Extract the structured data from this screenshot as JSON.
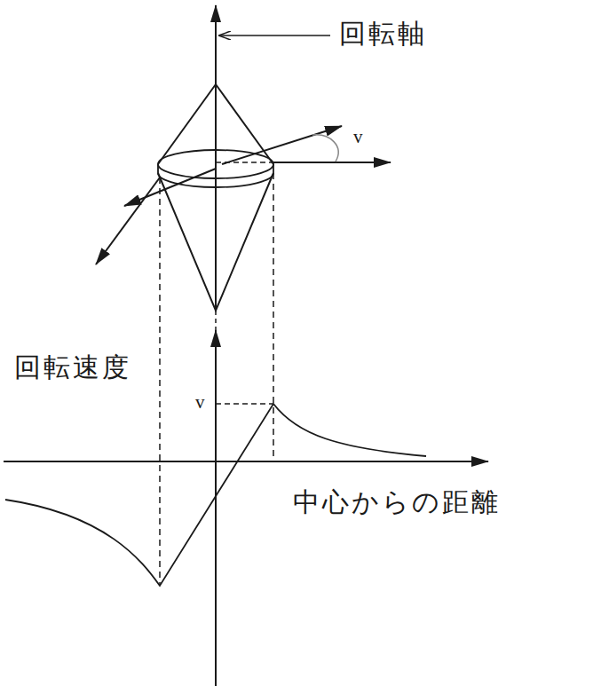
{
  "diagram": {
    "labels": [
      "回転軸",
      "v",
      "回転速度",
      "v",
      "中心からの距離"
    ]
  }
}
